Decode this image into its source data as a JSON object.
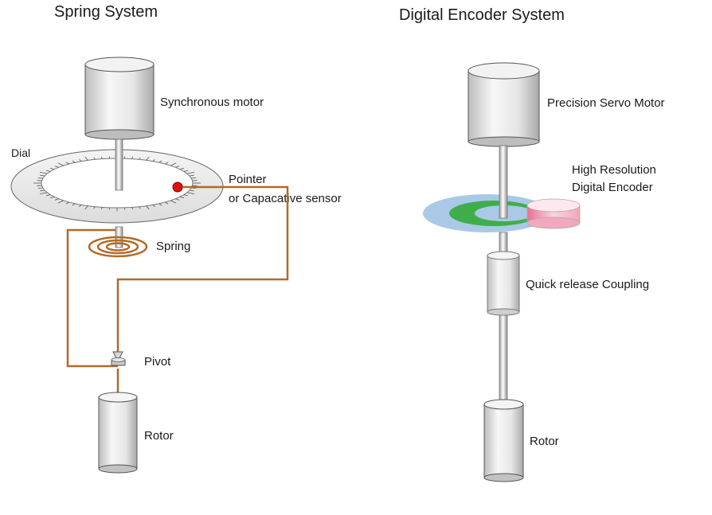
{
  "spring_system": {
    "title": "Spring System",
    "labels": {
      "motor": "Synchronous motor",
      "dial": "Dial",
      "pointer": "Pointer",
      "sensor": "or Capacative sensor",
      "spring": "Spring",
      "pivot": "Pivot",
      "rotor": "Rotor"
    }
  },
  "encoder_system": {
    "title": "Digital Encoder System",
    "labels": {
      "motor": "Precision Servo Motor",
      "encoder_line1": "High Resolution",
      "encoder_line2": "Digital Encoder",
      "coupling": "Quick release Coupling",
      "rotor": "Rotor"
    }
  },
  "colors": {
    "wire": "#b06a2a",
    "pointer_dot": "#e01010",
    "encoder_outer": "#a9c9e6",
    "encoder_ring": "#3fae4a",
    "encoder_head": "#f4b6c6",
    "metal": "#e3e3e3",
    "outline": "#555555"
  }
}
